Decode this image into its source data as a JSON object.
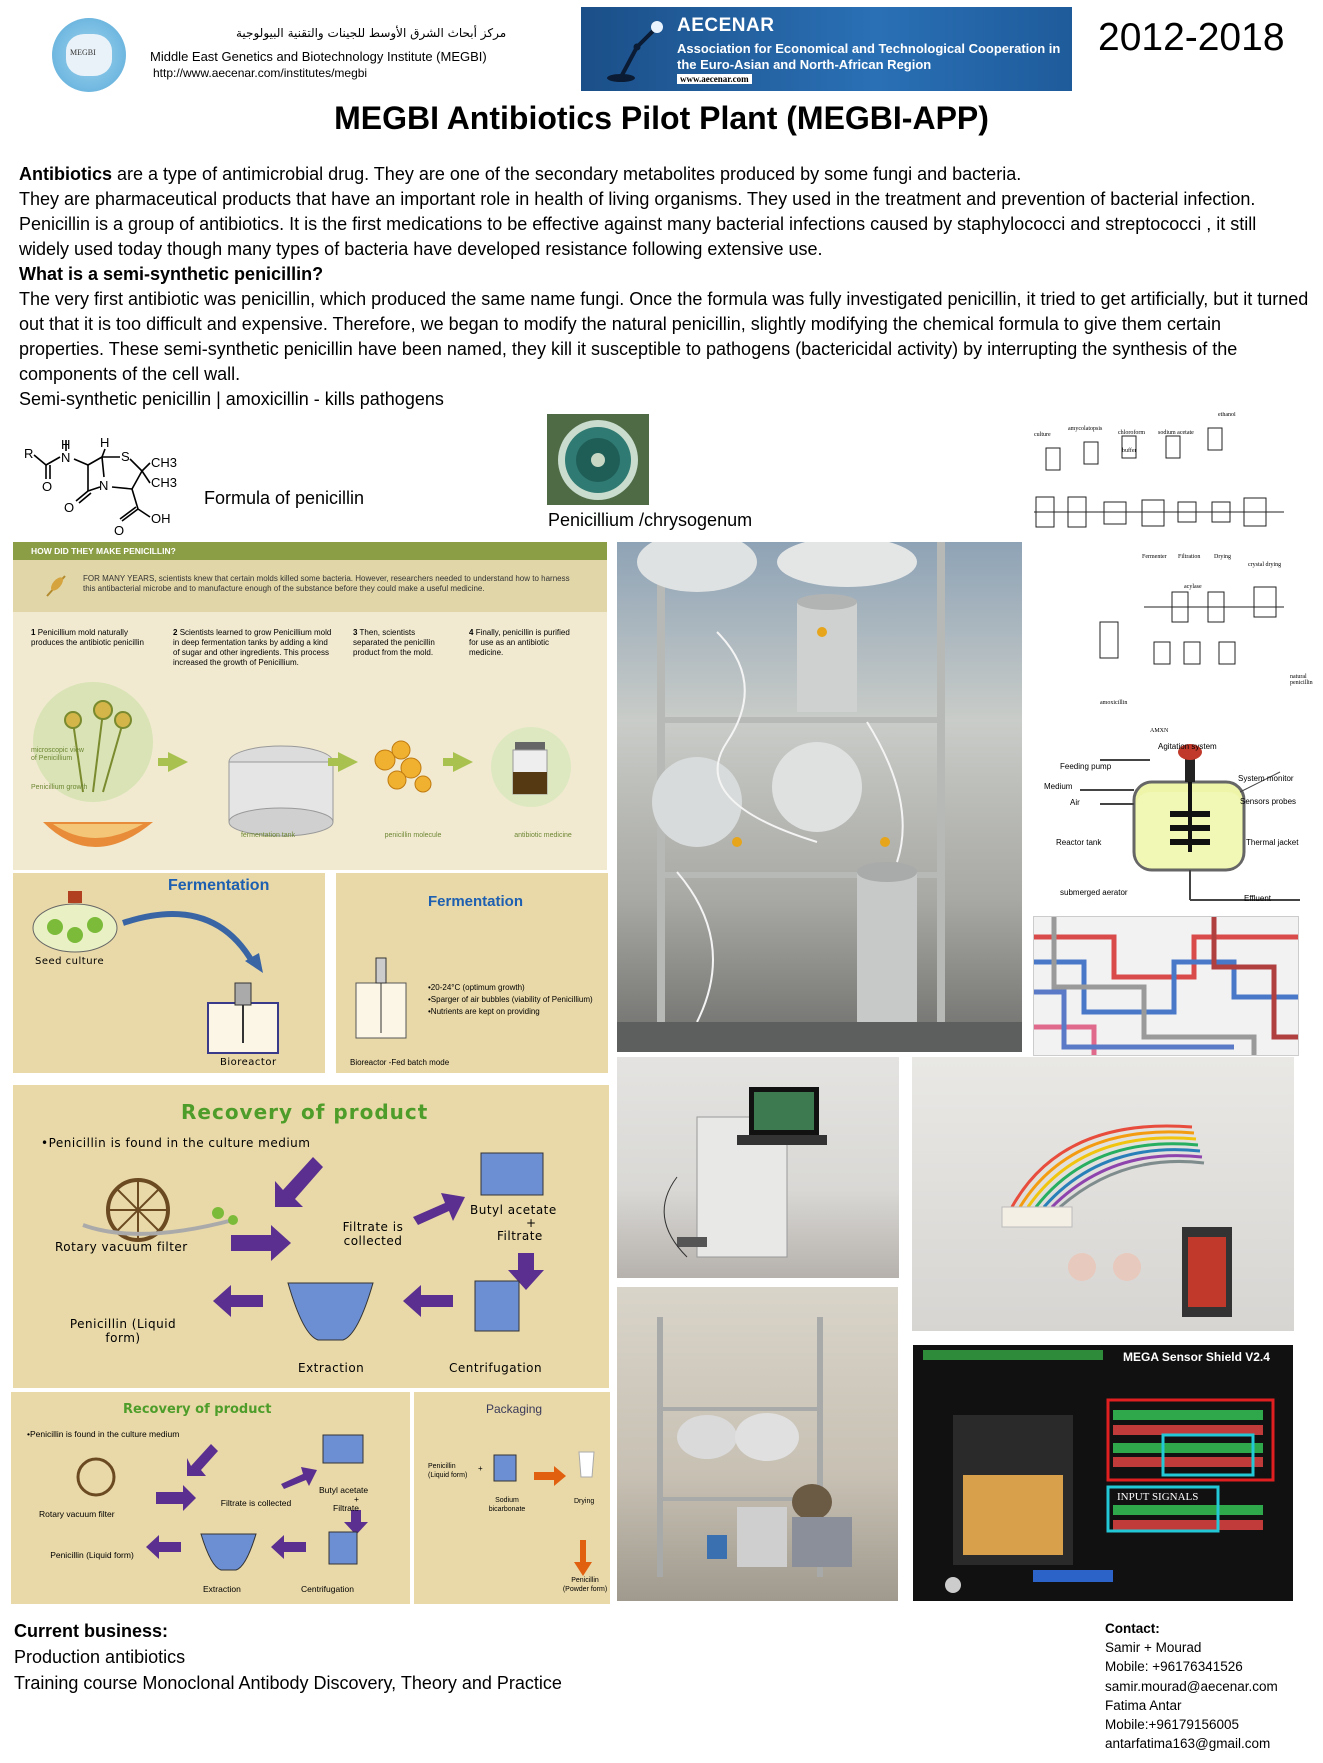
{
  "header": {
    "arabic_name": "مركز أبحاث الشرق الأوسط للجينات والتقنية البيولوجية",
    "institute_name": "Middle East Genetics and Biotechnology Institute (MEGBI)",
    "institute_url": "http://www.aecenar.com/institutes/megbi",
    "logo_text": "MEGBI",
    "aecenar_title": "AECENAR",
    "aecenar_subtitle": "Association for Economical and Technological Cooperation in the Euro-Asian and North-African Region",
    "aecenar_url": "www.aecenar.com",
    "years": "2012-2018",
    "colors": {
      "aecenar_blue": "#2a70b5"
    }
  },
  "title": "MEGBI Antibiotics Pilot Plant (MEGBI-APP)",
  "intro": {
    "p1_bold": "Antibiotics",
    "p1_rest": " are a type of antimicrobial drug. They are one of the secondary metabolites produced by some fungi and bacteria.",
    "p2": "They are pharmaceutical products that have an important role in health of living organisms. They used in the treatment and prevention of bacterial infection.",
    "p3": "Penicillin is a group of antibiotics. It is the first medications to be effective against many bacterial infections caused by staphylococci and streptococci , it still widely used today though many types of bacteria have developed resistance following extensive use.",
    "question": "What is a semi-synthetic penicillin?",
    "p4": "The very first antibiotic was penicillin, which produced the same name fungi. Once the formula was fully investigated penicillin, it tried to get artificially, but it turned out that it is too difficult and expensive. Therefore, we began to modify the natural penicillin, slightly modifying the chemical formula to give them certain properties. These semi-synthetic penicillin have been named, they kill it susceptible to pathogens (bactericidal activity) by interrupting the synthesis of the components of the cell wall.",
    "p5": "Semi-synthetic penicillin | amoxicillin - kills pathogens"
  },
  "figures": {
    "formula_caption": "Formula of penicillin",
    "formula_labels": {
      "r": "R",
      "h1": "H",
      "n1": "N",
      "h2": "H",
      "s": "S",
      "ch3a": "CH3",
      "ch3b": "CH3",
      "n2": "N",
      "o1": "O",
      "o2": "O",
      "o3": "O",
      "oh": "OH"
    },
    "penicillium_caption": "Penicillium /chrysogenum",
    "how_panel": {
      "header": "HOW DID THEY MAKE PENICILLIN?",
      "intro": "FOR MANY YEARS, scientists knew that certain molds killed some bacteria.  However, researchers needed to understand how to harness this antibacterial microbe and to manufacture enough of the substance before they could make a useful medicine.",
      "steps": [
        {
          "num": "1",
          "text": "Penicillium mold naturally produces the antibiotic penicillin"
        },
        {
          "num": "2",
          "text": "Scientists learned to grow Penicillium mold in deep fermentation tanks by adding a kind of sugar and other ingredients. This process increased the growth of Penicillium."
        },
        {
          "num": "3",
          "text": "Then, scientists separated the penicillin product from the mold."
        },
        {
          "num": "4",
          "text": "Finally, penicillin is purified for use as an antibiotic medicine."
        }
      ],
      "labels": {
        "micro": "microscopic view of Penicillium",
        "growth": "Penicillium growth",
        "tank": "fermentation tank",
        "molecule": "penicillin molecule",
        "medicine": "antibiotic medicine"
      }
    },
    "fermentation1": {
      "title": "Fermentation",
      "seed": "Seed culture",
      "bioreactor": "Bioreactor"
    },
    "fermentation2": {
      "title": "Fermentation",
      "b1": "•20-24°C (optimum growth)",
      "b2": "•Sparger of air bubbles (viability of Penicillium)",
      "b3": "•Nutrients are kept on providing",
      "bottom": "Bioreactor -Fed batch mode"
    },
    "recovery_big": {
      "title": "Recovery of product",
      "found": "•Penicillin is found in the culture medium",
      "filter": "Rotary vacuum filter",
      "filtrate": "Filtrate is collected",
      "butyl": "Butyl acetate",
      "plus": "+",
      "filtrate2": "Filtrate",
      "penicillin": "Penicillin (Liquid form)",
      "extraction": "Extraction",
      "centrifugation": "Centrifugation"
    },
    "recovery_small": {
      "title": "Recovery of product",
      "found": "•Penicillin is found in the culture medium",
      "filter": "Rotary vacuum filter",
      "filtrate": "Filtrate is collected",
      "butyl": "Butyl acetate",
      "plus": "+",
      "filtrate2": "Filtrate",
      "penicillin": "Penicillin (Liquid form)",
      "extraction": "Extraction",
      "centrifugation": "Centrifugation"
    },
    "packaging": {
      "title": "Packaging",
      "liquid": "Penicillin (Liquid form)",
      "plus": "+",
      "sodium": "Sodium bicarbonate",
      "drying": "Drying",
      "powder": "Penicillin (Powder form)"
    },
    "process_diagram": {
      "labels": [
        "ethanol",
        "amycolatopsis",
        "chloroform",
        "culture",
        "sodium acetate",
        "buffer",
        "amoxicillin",
        "Fermenter",
        "Filtration",
        "Drying",
        "crystal drying",
        "natural penicillin",
        "acylase",
        "AMXN"
      ]
    },
    "reactor_diagram": {
      "agitation": "Agitation system",
      "feeding": "Feeding pump",
      "medium": "Medium",
      "air": "Air",
      "reactor": "Reactor tank",
      "aerator": "submerged aerator",
      "monitor": "System monitor",
      "sensors": "Sensors probes",
      "jacket": "Thermal jacket",
      "effluent": "Effluent"
    },
    "sensor_shield": {
      "title": "MEGA Sensor Shield V2.4",
      "input": "INPUT SIGNALS"
    }
  },
  "bottom": {
    "heading": "Current business:",
    "line1": "Production antibiotics",
    "line2": "Training course Monoclonal Antibody Discovery, Theory and Practice"
  },
  "contact": {
    "heading": "Contact:",
    "name1": "Samir + Mourad",
    "mobile1": "Mobile: +96176341526",
    "email1": "samir.mourad@aecenar.com",
    "name2": "Fatima   Antar",
    "mobile2": "Mobile:+96179156005",
    "email2": "antarfatima163@gmail.com"
  }
}
